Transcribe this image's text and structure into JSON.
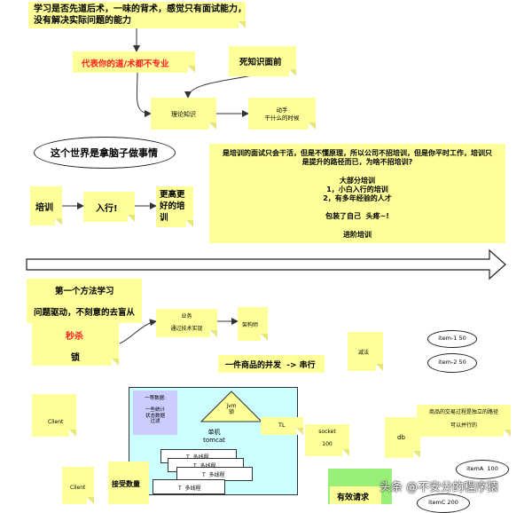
{
  "notes": {
    "top_question": "学习是否先道后术，一味的背术，感觉只有面试能力，\n没有解决实际问题的能力",
    "dao_shu": "代表你的道/术都不专业",
    "dead_knowledge": "死知识面前",
    "theory": "理论知识",
    "hands_on": "动手\n干什么的时候",
    "training_text": "是培训的面试只会干活，但是不懂原理，所以公司不招培训，但是你平时工作，培训只\n是提升的路径而已，为啥不招培训?\n\n大部分培训\n1，小白入行的培训\n2，有多年经验的人才\n\n包装了自己  头疼~!\n\n进阶培训",
    "peixun": "培训",
    "ruhang": "入行!",
    "genghao": "更高更\n好的培\n训",
    "first_method": "第一个方法学习",
    "problem_driven": "问题驱动，不刻意的去盲从",
    "miaosha": "秒杀",
    "suo": "锁",
    "yewu": "业务\n\n通过技术实现",
    "jiagou": "架构师",
    "concurrency": "一件商品的并发  -> 串行",
    "jianfa": "减法",
    "client1": "Client",
    "client2": "Client",
    "one_data": "一等数据:\n\n一些统计\n状态数据\n过滤",
    "jvm": "jvm\n锁",
    "tomcat": "单机\ntomcat",
    "tl": "TL",
    "socket": "socket\n\n100",
    "db": "db",
    "shangpin": "商品的交易过程是独立的路径\n\n可以并行的",
    "jieshou": "接受数量",
    "youxiao": "有效请求"
  },
  "threads": [
    "T  多线程",
    "T  多线程",
    "T  多线程",
    "T  多线程"
  ],
  "ellipse_title": "这个世界是拿脑子做事情",
  "items": [
    "item-1 50",
    "item-2 50",
    "itemA  100",
    "itemC 200"
  ],
  "watermark": "头条 @不安分的程序猿"
}
